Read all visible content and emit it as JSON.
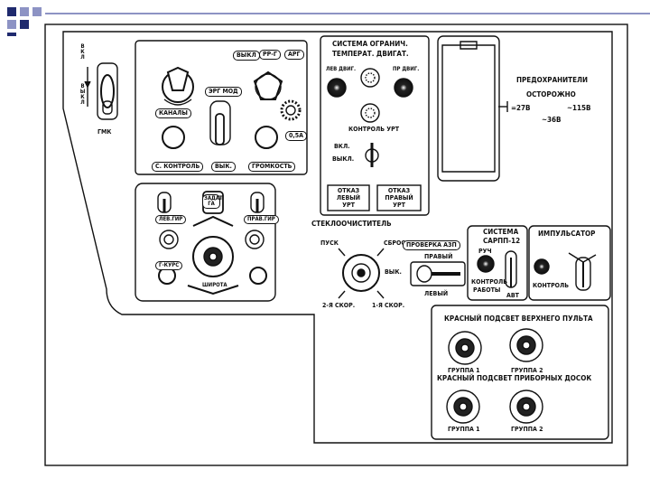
{
  "colors": {
    "accent_dark": "#1f2a6e",
    "accent_light": "#8d93c4",
    "ink": "#111111"
  },
  "labels": {
    "vkl": "ВКЛ",
    "vykl_v": "ВЫКЛ",
    "gmk": "ГМК",
    "vykl": "ВЫКЛ",
    "rpg": "РР-Г",
    "arg": "АРГ",
    "kanaly": "КАНАЛЫ",
    "erg_mod": "ЭРГ МОД",
    "s_kontrol": "С. КОНТРОЛЬ",
    "vyk": "ВЫК.",
    "gromkost": "ГРОМКОСТЬ",
    "v05": "0,5А",
    "zadat_ga": "ЗАДАТ ГА",
    "lev_gir": "ЛЕВ.ГИР",
    "prav_gir": "ПРАВ.ГИР",
    "shirota": "ШИРОТА",
    "g_kurs": "Г-КУРС",
    "sys_ogr_1": "СИСТЕМА ОГРАНИЧ.",
    "sys_ogr_2": "ТЕМПЕРАТ. ДВИГАТ.",
    "lev_dvig": "ЛЕВ ДВИГ.",
    "pr_dvig": "ПР ДВИГ.",
    "kontrol_urt": "КОНТРОЛЬ УРТ",
    "vkl_sw": "ВКЛ.",
    "vykl_sw": "ВЫКЛ.",
    "otkaz_levyi_1": "ОТКАЗ",
    "otkaz_levyi_2": "ЛЕВЫЙ",
    "otkaz_levyi_3": "УРТ",
    "otkaz_pravyi_1": "ОТКАЗ",
    "otkaz_pravyi_2": "ПРАВЫЙ",
    "otkaz_pravyi_3": "УРТ",
    "predohraniteli": "ПРЕДОХРАНИТЕЛИ",
    "ostorozhno": "ОСТОРОЖНО",
    "v27": "=27В",
    "v115": "~115В",
    "v36": "~36В",
    "stekloochistitel": "СТЕКЛООЧИСТИТЕЛЬ",
    "pusk": "ПУСК",
    "sbros": "СБРОС",
    "vyk2": "ВЫК.",
    "skor2": "2-Я СКОР.",
    "skor1": "1-Я СКОР.",
    "proverka_azp": "ПРОВЕРКА АЗП",
    "pravyi": "ПРАВЫЙ",
    "levyi": "ЛЕВЫЙ",
    "sys_sarpp_1": "СИСТЕМА",
    "sys_sarpp_2": "САРПП-12",
    "ruch": "РУЧ",
    "kontrol_raboty_1": "КОНТРОЛЬ",
    "kontrol_raboty_2": "РАБОТЫ",
    "avt": "АВТ",
    "impulsator": "ИМПУЛЬСАТОР",
    "kontrol": "КОНТРОЛЬ",
    "red_upper": "КРАСНЫЙ ПОДСВЕТ ВЕРХНЕГО ПУЛЬТА",
    "gruppa1_a": "ГРУППА 1",
    "gruppa2_a": "ГРУППА 2",
    "red_boards": "КРАСНЫЙ ПОДСВЕТ ПРИБОРНЫХ ДОСОК",
    "gruppa1_b": "ГРУППА 1",
    "gruppa2_b": "ГРУППА 2"
  }
}
